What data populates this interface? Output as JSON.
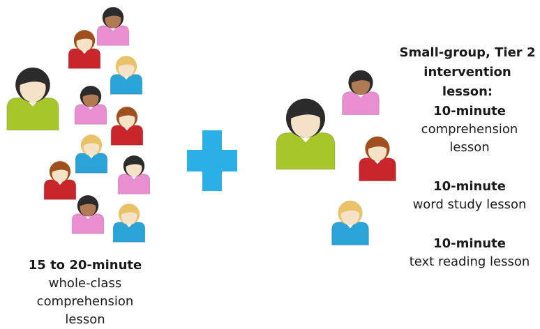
{
  "left_caption": {
    "title": "15 to 20-minute",
    "line1": "whole-class",
    "line2": "comprehension",
    "line3": "lesson"
  },
  "right_heading": {
    "line1": "Small-group, Tier 2",
    "line2": "intervention lesson:"
  },
  "lessons": [
    {
      "duration": "10-minute",
      "line1": "comprehension",
      "line2": "lesson"
    },
    {
      "duration": "10-minute",
      "line1": "word study lesson"
    },
    {
      "duration": "10-minute",
      "line1": "text reading lesson"
    }
  ],
  "icons": {
    "teacher": "teacher-icon",
    "student": "student-icon",
    "plus": "plus-icon"
  },
  "colors": {
    "teacher_shirt": "#a6c62a",
    "pink_shirt": "#e98ed0",
    "red_shirt": "#c8262b",
    "blue_shirt": "#2aa3d6",
    "plus": "#2ab0e6",
    "dark_hair": "#2b2b2b",
    "brown_hair": "#a0501e",
    "blonde_hair": "#eac26a",
    "skin": "#f6e2c6",
    "skin_dark": "#b07a55"
  }
}
